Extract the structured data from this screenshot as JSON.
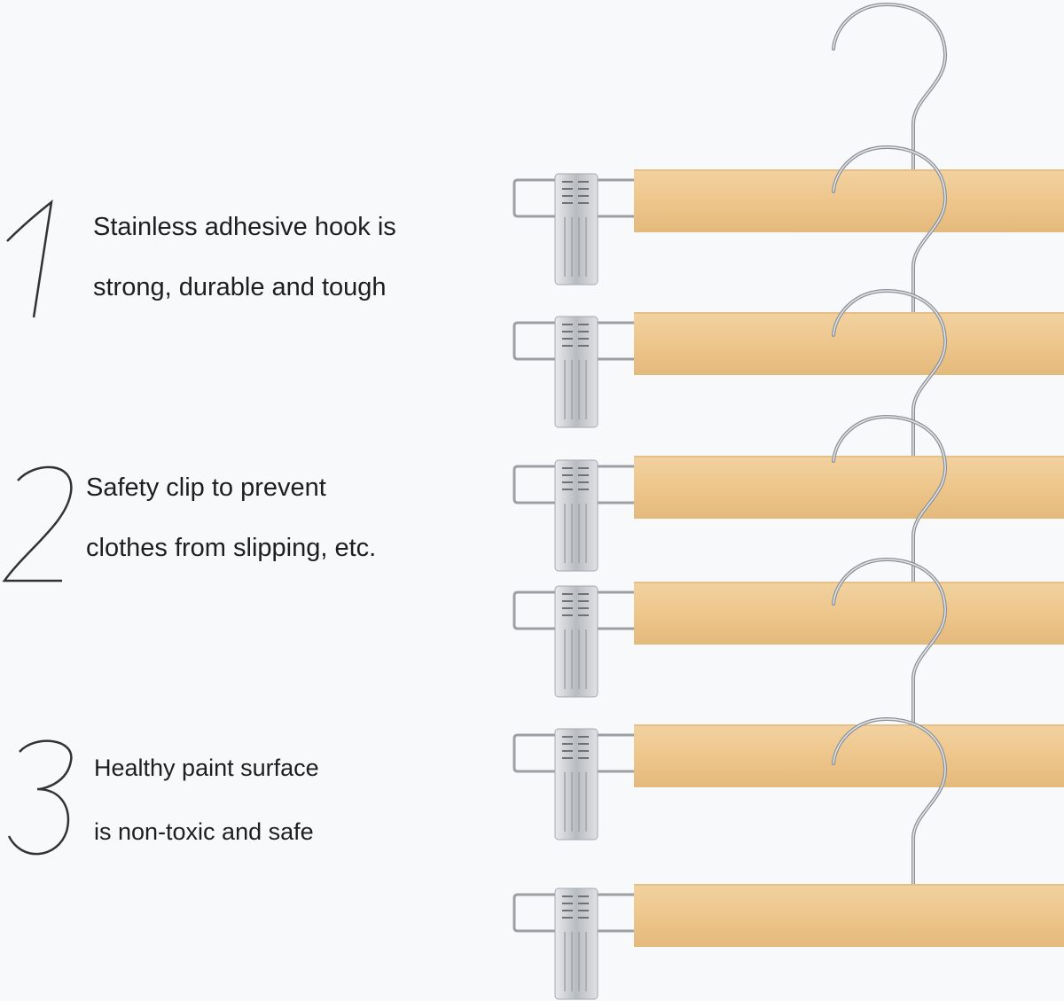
{
  "features": [
    {
      "number": "1",
      "line1": "Stainless adhesive hook is",
      "line2": "strong, durable and tough"
    },
    {
      "number": "2",
      "line1": "Safety clip to prevent",
      "line2": "clothes from slipping, etc."
    },
    {
      "number": "3",
      "line1": "Healthy paint surface",
      "line2": "is non-toxic and safe"
    }
  ],
  "colors": {
    "wood": "#edc68e",
    "chrome": "#c9ccd0",
    "background": "#f8f9fb"
  },
  "hanger_count": 6
}
